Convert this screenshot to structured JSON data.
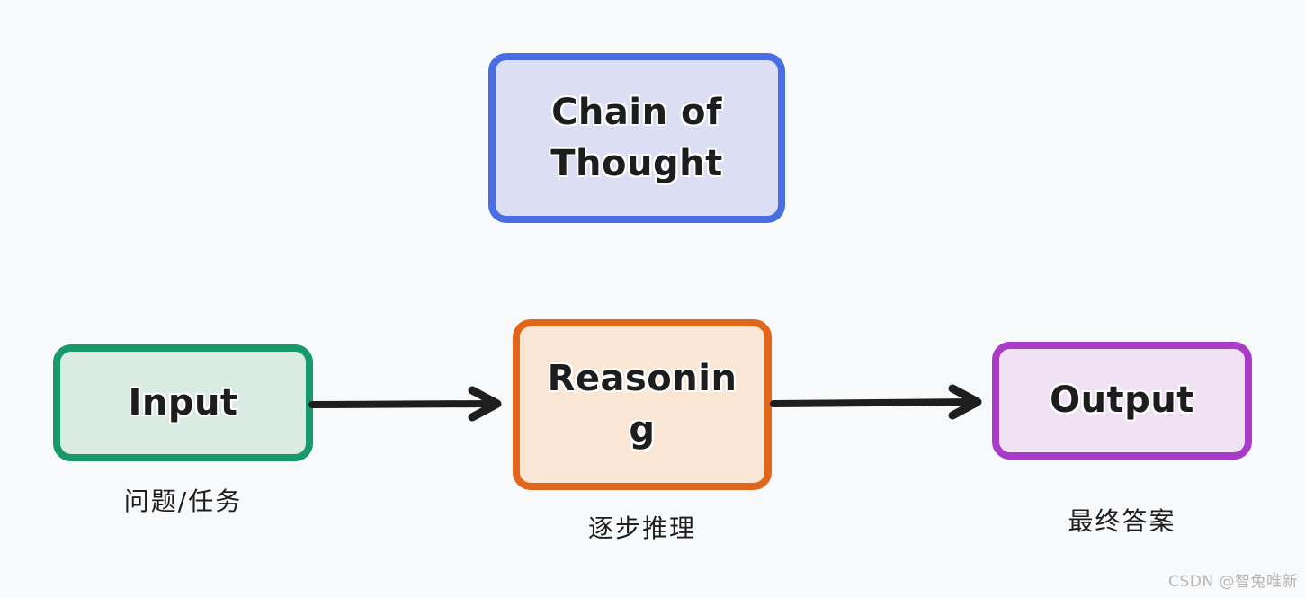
{
  "diagram": {
    "background_color": "#f8f9fb",
    "title_box": {
      "label": "Chain of Thought",
      "border_color": "#4a6de3",
      "fill_color": "#dcdef4"
    },
    "nodes": [
      {
        "id": "input",
        "label": "Input",
        "caption": "问题/任务",
        "border_color": "#17996b",
        "fill_color": "#d9ebe2"
      },
      {
        "id": "reasoning",
        "label": "Reasoning",
        "caption": "逐步推理",
        "border_color": "#e0661c",
        "fill_color": "#f9e6d5"
      },
      {
        "id": "output",
        "label": "Output",
        "caption": "最终答案",
        "border_color": "#a93bc9",
        "fill_color": "#f0e2f4"
      }
    ],
    "arrows": [
      {
        "from": "input",
        "to": "reasoning",
        "color": "#1e1e1e"
      },
      {
        "from": "reasoning",
        "to": "output",
        "color": "#1e1e1e"
      }
    ],
    "text_color": "#1d1d1d",
    "watermark": {
      "text": "CSDN @智兔唯新",
      "color": "#b6b6b6"
    }
  }
}
